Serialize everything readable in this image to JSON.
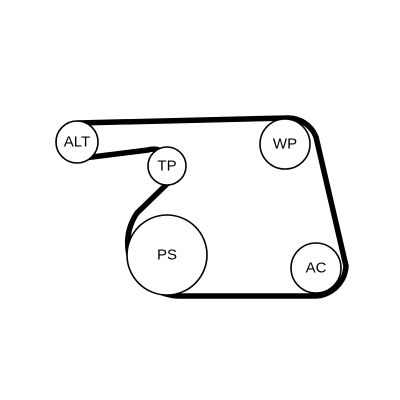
{
  "diagram": {
    "pulleys": {
      "alt": {
        "label": "ALT"
      },
      "tp": {
        "label": "TP"
      },
      "wp": {
        "label": "WP"
      },
      "ps": {
        "label": "PS"
      },
      "ac": {
        "label": "AC"
      }
    },
    "colors": {
      "belt": "#000000",
      "pulley_stroke": "#000000",
      "pulley_fill": "#ffffff",
      "background": "#ffffff"
    }
  }
}
